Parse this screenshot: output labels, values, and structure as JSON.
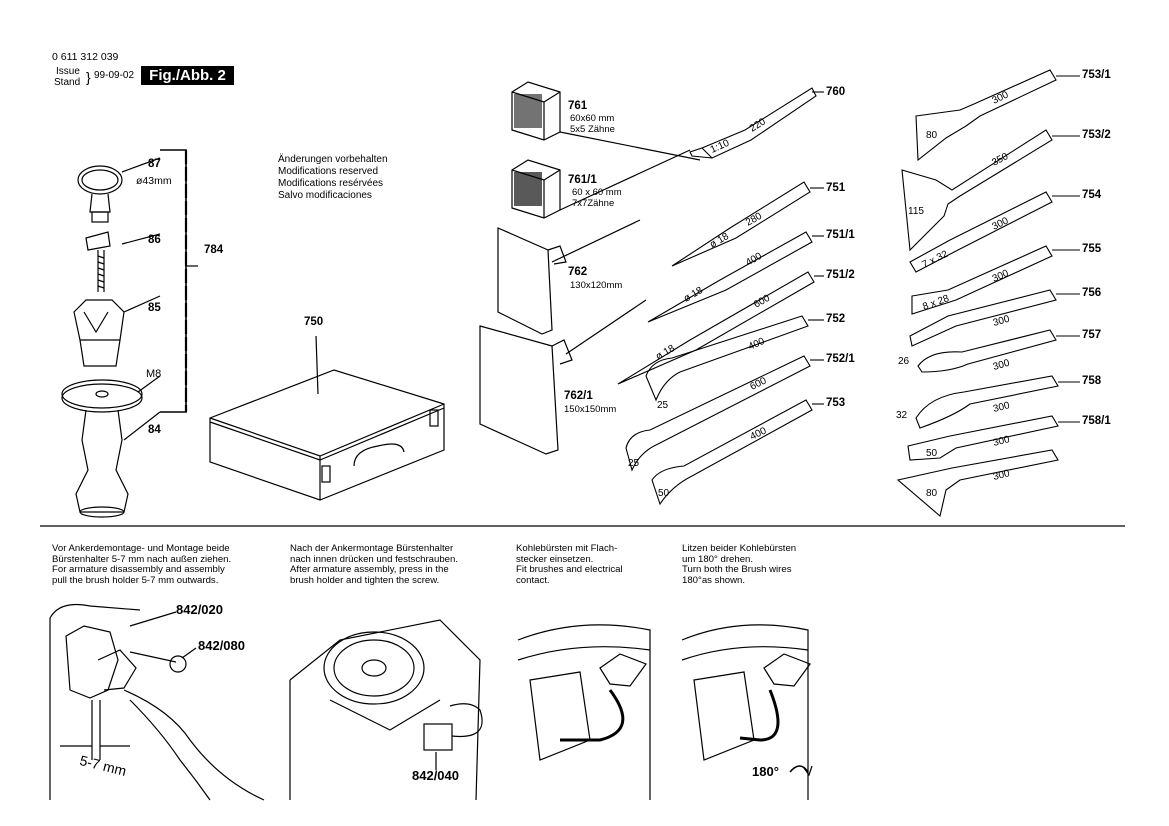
{
  "header": {
    "part_number": "0 611 312 039",
    "issue_label": "Issue",
    "stand_label": "Stand",
    "date": "99-09-02",
    "figure": "Fig./Abb. 2"
  },
  "notice": [
    "Änderungen vorbehalten",
    "Modifications reserved",
    "Modifications resérvées",
    "Salvo modificaciones"
  ],
  "left_parts": {
    "p87": "87",
    "p87_dim": "ø43mm",
    "p86": "86",
    "p85": "85",
    "pM8": "M8",
    "p84": "84",
    "p784": "784",
    "p750": "750"
  },
  "pads": {
    "p761": "761",
    "p761_d1": "60x60 mm",
    "p761_d2": "5x5 Zähne",
    "p761_1": "761/1",
    "p761_1_d1": "60 x 60 mm",
    "p761_1_d2": "7x7Zähne",
    "p762": "762",
    "p762_d": "130x120mm",
    "p762_1": "762/1",
    "p762_1_d": "150x150mm"
  },
  "chisels_mid": {
    "p760": "760",
    "p760_a": "1:10",
    "p760_b": "220",
    "p751": "751",
    "p751_a": "ø 18",
    "p751_b": "280",
    "p751_1": "751/1",
    "p751_1_a": "ø 18",
    "p751_1_b": "400",
    "p751_2": "751/2",
    "p751_2_a": "ø 18",
    "p751_2_b": "600",
    "p752": "752",
    "p752_a": "25",
    "p752_b": "400",
    "p752_1": "752/1",
    "p752_1_a": "25",
    "p752_1_b": "600",
    "p753": "753",
    "p753_a": "50",
    "p753_b": "400"
  },
  "chisels_right": {
    "p753_1": "753/1",
    "p753_1_a": "80",
    "p753_1_b": "300",
    "p753_2": "753/2",
    "p753_2_a": "115",
    "p753_2_b": "350",
    "p754": "754",
    "p754_a": "7 x 32",
    "p754_b": "300",
    "p755": "755",
    "p755_a": "8 x 28",
    "p755_b": "300",
    "p756": "756",
    "p756_b": "300",
    "p757": "757",
    "p757_a": "26",
    "p757_b": "300",
    "p758": "758",
    "p758_a": "32",
    "p758_b": "300",
    "p758_1": "758/1",
    "p758_1_a": "50",
    "p758_1_b": "300",
    "p_last_a": "80",
    "p_last_b": "300"
  },
  "instructions": {
    "i1": "Vor Ankerdemontage- und Montage beide\nBürstenhalter 5-7 mm nach außen ziehen.\nFor armature disassembly and assembly\npull the brush holder 5-7 mm outwards.",
    "i2": "Nach der Ankermontage Bürstenhalter\nnach innen drücken und festschrauben.\nAfter armature assembly, press in the\nbrush holder and tighten the screw.",
    "i3": "Kohlebürsten mit Flach-\nstecker einsetzen.\nFit brushes and electrical\ncontact.",
    "i4": "Litzen beider Kohlebürsten\num 180° drehen.\nTurn both the Brush wires\n180°as shown."
  },
  "bottom_labels": {
    "p842_020": "842/020",
    "p842_080": "842/080",
    "dim_57": "5-7 mm",
    "p842_040": "842/040",
    "deg180": "180°"
  }
}
